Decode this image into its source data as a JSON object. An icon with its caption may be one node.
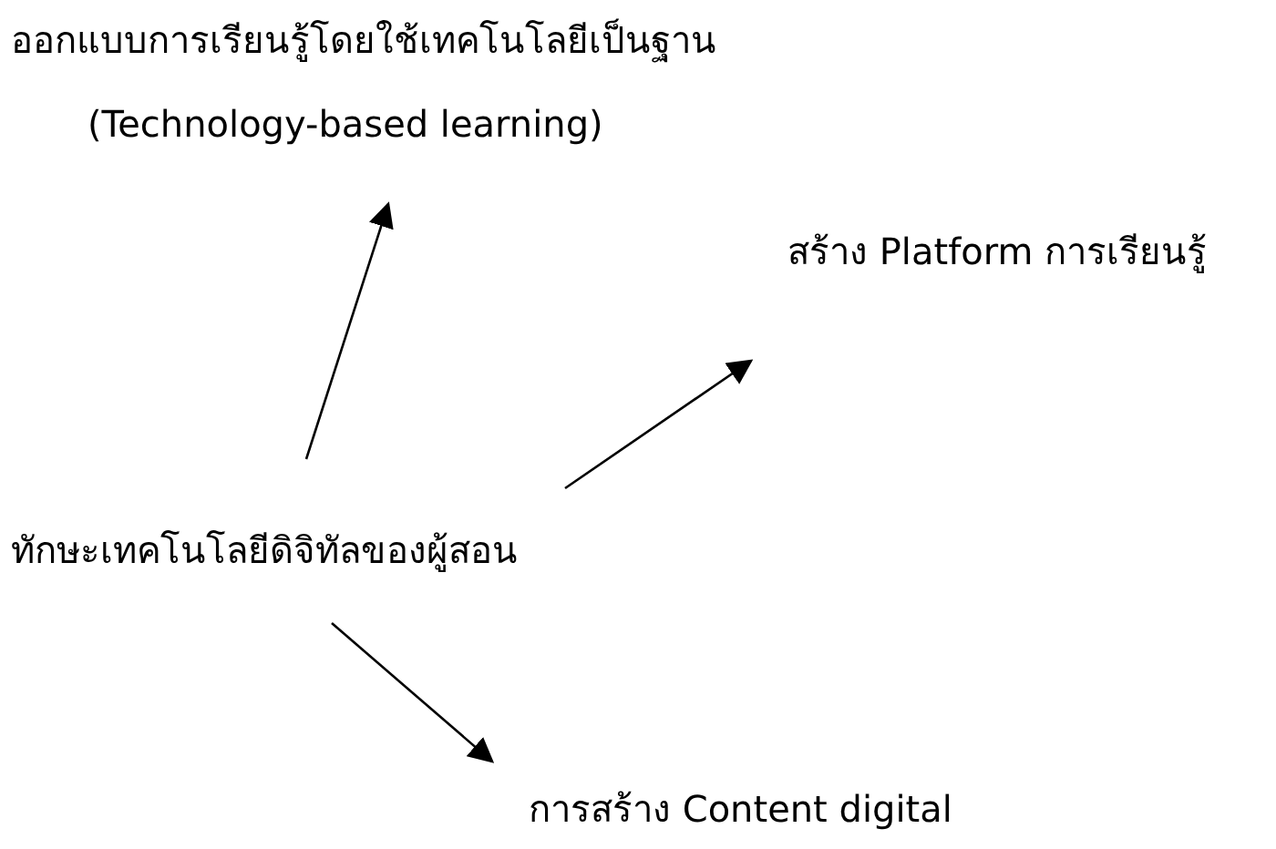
{
  "diagram": {
    "nodes": [
      {
        "text": [
          "ออกแบบการเรียนรู้โดยใช้เทคโนโลยีเป็นฐาน",
          "(Technology-based learning)"
        ]
      },
      {
        "text": [
          "สร้าง Platform การเรียนรู้"
        ]
      },
      {
        "text": [
          "ทักษะเทคโนโลยีดิจิทัลของผู้สอน"
        ]
      },
      {
        "text": [
          "การสร้าง Content digital"
        ]
      }
    ],
    "edges": [
      {
        "from": 2,
        "to": 0,
        "arrow": "to"
      },
      {
        "from": 2,
        "to": 1,
        "arrow": "to"
      },
      {
        "from": 2,
        "to": 3,
        "arrow": "to"
      }
    ]
  }
}
